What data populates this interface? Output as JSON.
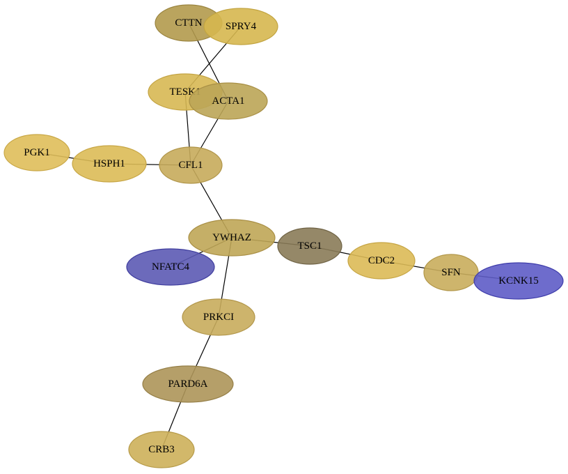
{
  "graph": {
    "nodes": [
      {
        "id": "CTTN",
        "label": "CTTN",
        "fill": "#b39a4c",
        "stroke": "#9a843f"
      },
      {
        "id": "SPRY4",
        "label": "SPRY4",
        "fill": "#d6b74f",
        "stroke": "#c2a440"
      },
      {
        "id": "TESK1",
        "label": "TESK1",
        "fill": "#d7b853",
        "stroke": "#c4a444"
      },
      {
        "id": "ACTA1",
        "label": "ACTA1",
        "fill": "#bba557",
        "stroke": "#a88f45"
      },
      {
        "id": "PGK1",
        "label": "PGK1",
        "fill": "#dfbe5a",
        "stroke": "#c9a847"
      },
      {
        "id": "HSPH1",
        "label": "HSPH1",
        "fill": "#dcbb57",
        "stroke": "#c7a645"
      },
      {
        "id": "CFL1",
        "label": "CFL1",
        "fill": "#c6ab5b",
        "stroke": "#b09549"
      },
      {
        "id": "YWHAZ",
        "label": "YWHAZ",
        "fill": "#bfa657",
        "stroke": "#a98f45"
      },
      {
        "id": "NFATC4",
        "label": "NFATC4",
        "fill": "#5c5ab4",
        "stroke": "#3f3d9e"
      },
      {
        "id": "TSC1",
        "label": "TSC1",
        "fill": "#8a7b58",
        "stroke": "#6e6244"
      },
      {
        "id": "CDC2",
        "label": "CDC2",
        "fill": "#dcba56",
        "stroke": "#c6a544"
      },
      {
        "id": "SFN",
        "label": "SFN",
        "fill": "#c9ad5c",
        "stroke": "#b2974a"
      },
      {
        "id": "KCNK15",
        "label": "KCNK15",
        "fill": "#5e5cc6",
        "stroke": "#3f3daa"
      },
      {
        "id": "PRKCI",
        "label": "PRKCI",
        "fill": "#c8ac5c",
        "stroke": "#b2964a"
      },
      {
        "id": "PARD6A",
        "label": "PARD6A",
        "fill": "#ad9559",
        "stroke": "#957f47"
      },
      {
        "id": "CRB3",
        "label": "CRB3",
        "fill": "#cdb05a",
        "stroke": "#b69a48"
      }
    ],
    "edges": [
      [
        "CTTN",
        "ACTA1"
      ],
      [
        "SPRY4",
        "TESK1"
      ],
      [
        "TESK1",
        "CFL1"
      ],
      [
        "ACTA1",
        "CFL1"
      ],
      [
        "PGK1",
        "HSPH1"
      ],
      [
        "HSPH1",
        "CFL1"
      ],
      [
        "CFL1",
        "YWHAZ"
      ],
      [
        "YWHAZ",
        "TSC1"
      ],
      [
        "YWHAZ",
        "NFATC4"
      ],
      [
        "YWHAZ",
        "PRKCI"
      ],
      [
        "TSC1",
        "CDC2"
      ],
      [
        "CDC2",
        "SFN"
      ],
      [
        "SFN",
        "KCNK15"
      ],
      [
        "PRKCI",
        "PARD6A"
      ],
      [
        "PARD6A",
        "CRB3"
      ]
    ]
  }
}
